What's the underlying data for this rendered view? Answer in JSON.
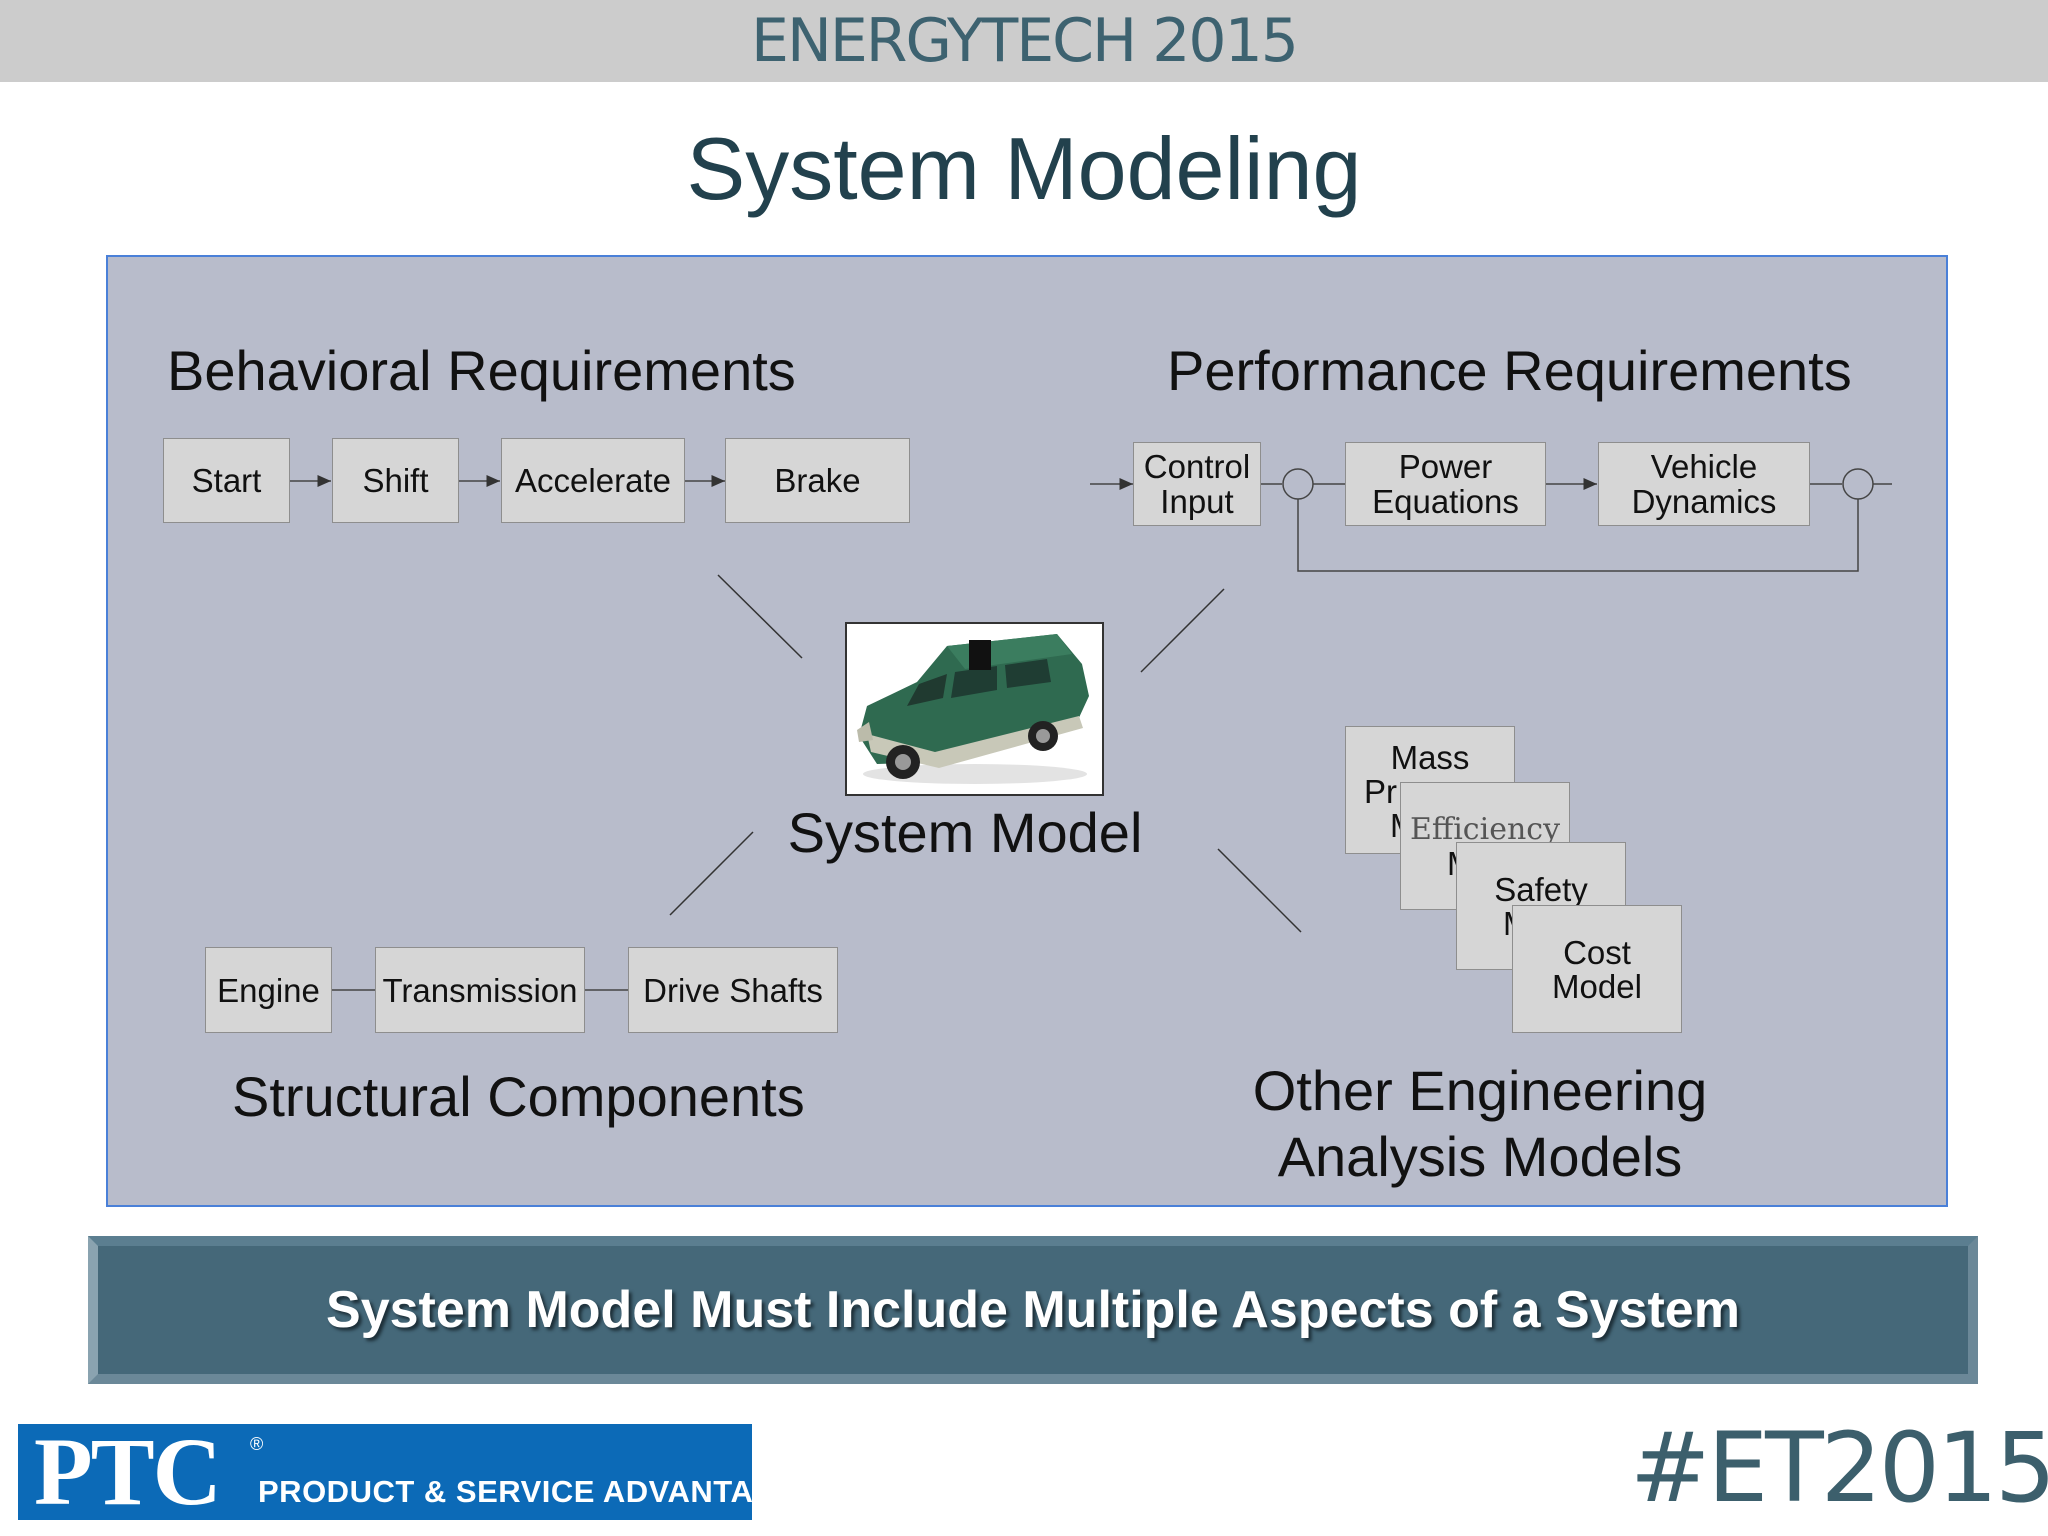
{
  "header": {
    "event_title": "ENERGYTECH 2015",
    "slide_title": "System Modeling"
  },
  "diagram": {
    "behavioral": {
      "label": "Behavioral Requirements",
      "steps": [
        "Start",
        "Shift",
        "Accelerate",
        "Brake"
      ]
    },
    "performance": {
      "label": "Performance Requirements",
      "blocks": [
        {
          "lines": [
            "Control",
            "Input"
          ]
        },
        {
          "lines": [
            "Power",
            "Equations"
          ]
        },
        {
          "lines": [
            "Vehicle",
            "Dynamics"
          ]
        }
      ]
    },
    "center": {
      "label": "System Model",
      "image": "green-suv-image"
    },
    "structural": {
      "label": "Structural Components",
      "parts": [
        "Engine",
        "Transmission",
        "Drive Shafts"
      ]
    },
    "analysis": {
      "label_line1": "Other Engineering",
      "label_line2": "Analysis Models",
      "sheets": [
        {
          "visible_text": [
            "Mass",
            "Pr",
            "M"
          ]
        },
        {
          "visible_text": [
            "Efficiency",
            "M"
          ]
        },
        {
          "visible_text": [
            "Safety",
            "M"
          ]
        },
        {
          "visible_text": [
            "Cost",
            "Model"
          ]
        }
      ]
    }
  },
  "banner": {
    "text": "System Model Must Include Multiple Aspects of a System"
  },
  "footer": {
    "logo_mark": "PTC",
    "logo_reg": "®",
    "logo_tagline": "PRODUCT & SERVICE ADVANTAGE",
    "hashtag": "#ET2015"
  },
  "colors": {
    "panel": "#b8bccb",
    "panel_border": "#4a80d8",
    "title": "#22414d",
    "banner": "#456879",
    "ptc_blue": "#0c6ab7"
  }
}
